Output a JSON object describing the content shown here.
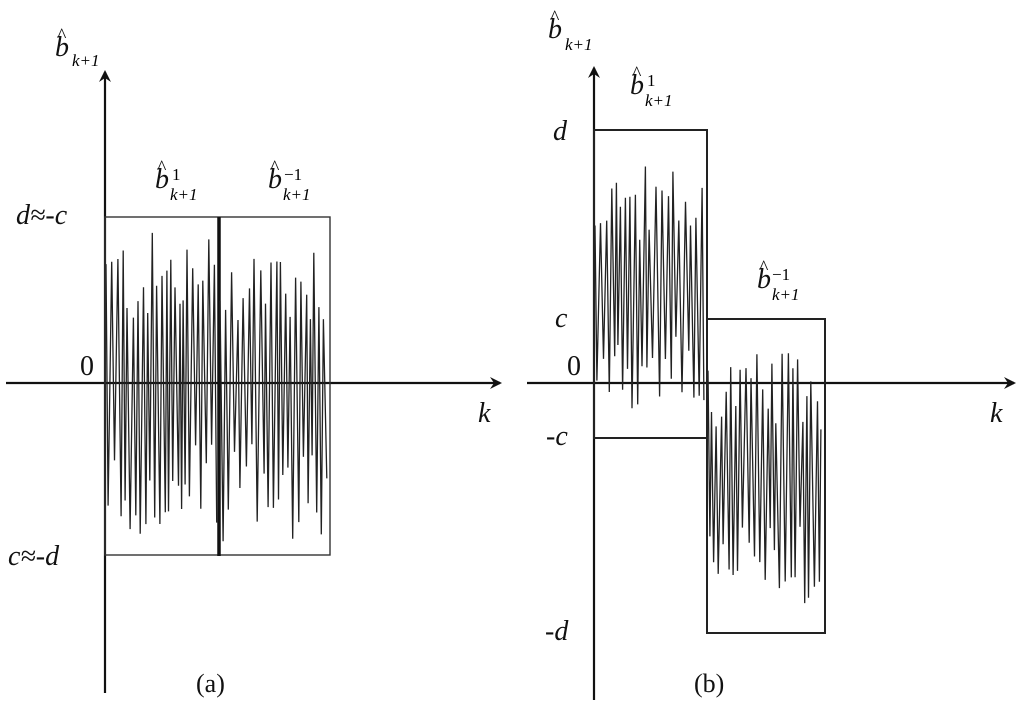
{
  "panel_a": {
    "y_axis_label": {
      "base": "b",
      "accent": "^",
      "sub": "k+1"
    },
    "x_axis_label": "k",
    "origin_label": "0",
    "upper_level_label": "d≈-c",
    "lower_level_label": "c≈-d",
    "segment_left_label": {
      "base": "b",
      "accent": "^",
      "sup": "1",
      "sub": "k+1"
    },
    "segment_right_label": {
      "base": "b",
      "accent": "^",
      "sup": "−1",
      "sub": "k+1"
    },
    "caption": "(a)"
  },
  "panel_b": {
    "y_axis_label": {
      "base": "b",
      "accent": "^",
      "sub": "k+1"
    },
    "x_axis_label": "k",
    "origin_label": "0",
    "d_label": "d",
    "c_label": "c",
    "neg_c_label": "-c",
    "neg_d_label": "-d",
    "segment_left_label": {
      "base": "b",
      "accent": "^",
      "sup": "1",
      "sub": "k+1"
    },
    "segment_right_label": {
      "base": "b",
      "accent": "^",
      "sup": "−1",
      "sub": "k+1"
    },
    "caption": "(b)"
  },
  "colors": {
    "ink": "#111111",
    "signal": "#222222",
    "background": "#ffffff"
  }
}
